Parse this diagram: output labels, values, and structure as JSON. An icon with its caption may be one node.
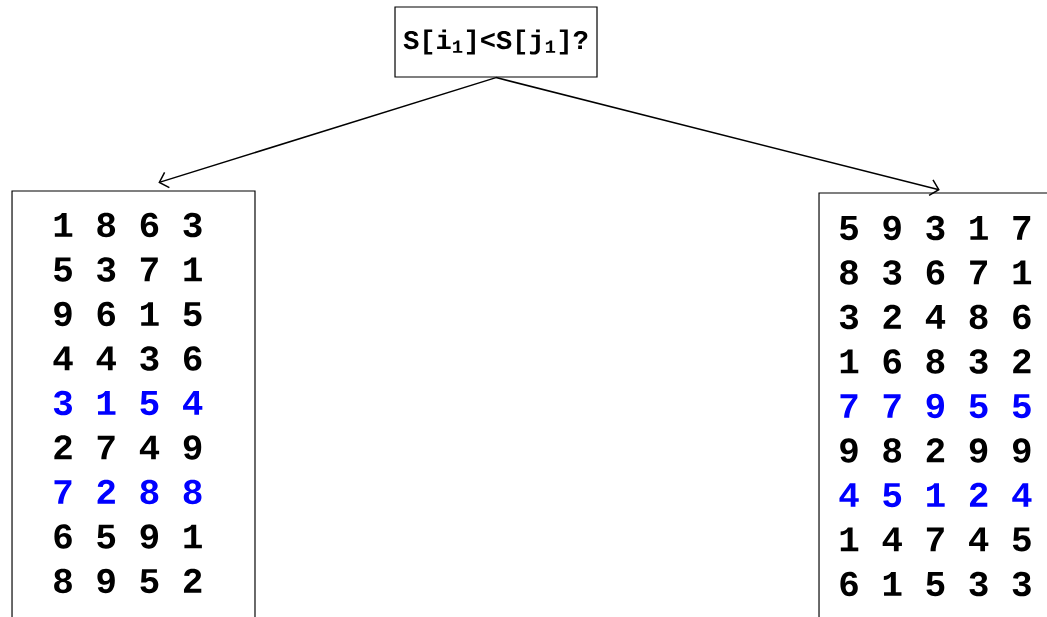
{
  "diagram": {
    "nodes": [
      {
        "text": [
          "S[i$_{1}$]<S[j$_{1}$]?"
        ]
      },
      {
        "text": [
          "1 8 6 3",
          "5 3 7 1",
          "9 6 1 5",
          "4 4 3 6",
          "3 1 5 4",
          "2 7 4 9",
          "7 2 8 8",
          "6 5 9 1",
          "8 9 5 2"
        ]
      },
      {
        "text": [
          "5 9 3 1 7",
          "8 3 6 7 1",
          "3 2 4 8 6",
          "1 6 8 3 2",
          "7 7 9 5 5",
          "9 8 2 9 9",
          "4 5 1 2 4",
          "1 4 7 4 5",
          "6 1 5 3 3"
        ]
      }
    ],
    "edges": [
      {
        "from": 0,
        "to": 1,
        "arrow": "to"
      },
      {
        "from": 0,
        "to": 2,
        "arrow": "to"
      }
    ]
  }
}
